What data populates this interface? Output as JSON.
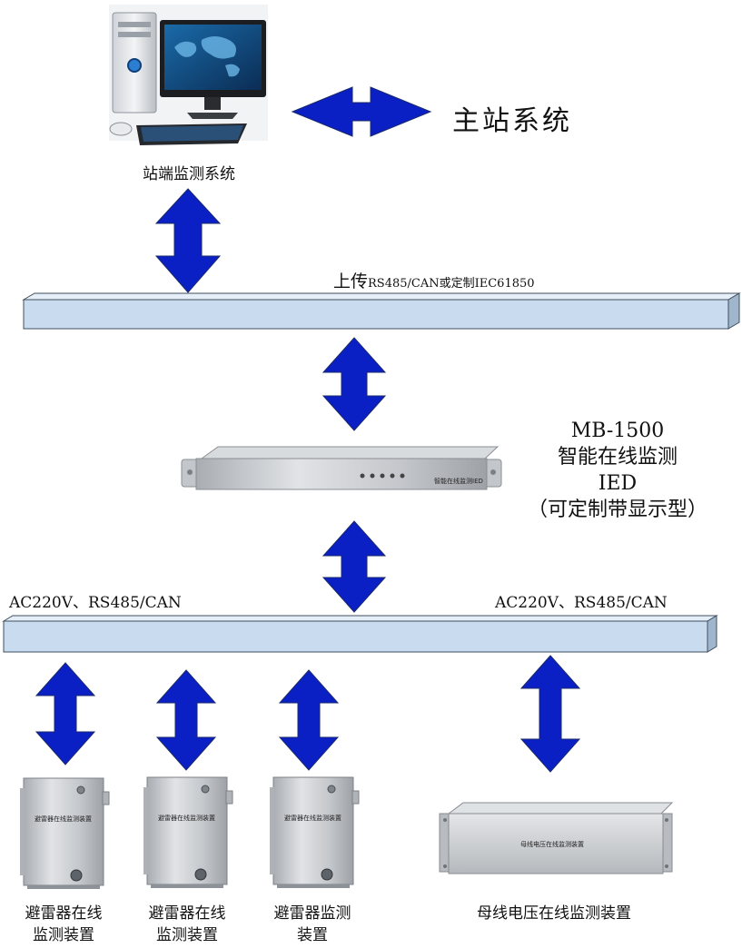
{
  "station_system": {
    "label": "站端监测系统",
    "icon": "computer-icon"
  },
  "main_station": {
    "label": "主站系统"
  },
  "bus_upper": {
    "label_main": "上传",
    "label_detail": "RS485/CAN或定制IEC61850"
  },
  "ied": {
    "lines": [
      "MB-1500",
      "智能在线监测",
      "IED",
      "（可定制带显示型）"
    ],
    "front_text": "智能在线监测IED",
    "icon": "rack-device-icon"
  },
  "bus_lower": {
    "left_label": "AC220V、RS485/CAN",
    "right_label": "AC220V、RS485/CAN"
  },
  "devices": [
    {
      "caption_lines": [
        "避雷器在线",
        "监测装置"
      ],
      "plate": "避雷器在线监测装置",
      "icon": "cabinet-icon"
    },
    {
      "caption_lines": [
        "避雷器在线",
        "监测装置"
      ],
      "plate": "避雷器在线监测装置",
      "icon": "cabinet-icon"
    },
    {
      "caption_lines": [
        "避雷器监测",
        "装置"
      ],
      "plate": "避雷器在线监测装置",
      "icon": "cabinet-icon"
    },
    {
      "caption_lines": [
        "母线电压在线监测装置"
      ],
      "plate": "母线电压在线监测装置",
      "icon": "chassis-icon"
    }
  ],
  "colors": {
    "arrow": "#0a1fc4",
    "bus_fill": "#c9dbee",
    "bus_edge": "#3f4f5f",
    "metal": "#c8cbcf"
  }
}
